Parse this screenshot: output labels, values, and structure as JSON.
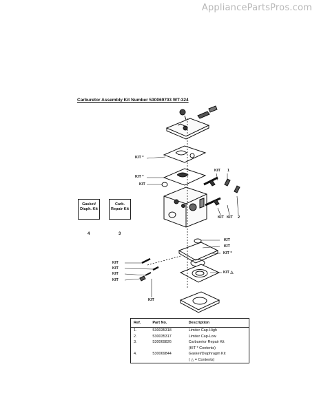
{
  "watermark": "AppliancePartsPros.com",
  "title": "Carburetor Assembly Kit Number 530069703 WT-324",
  "labels": {
    "kit_star_1": "KIT *",
    "kit_star_2": "KIT *",
    "kit_plain_1": "KIT",
    "kit_top_right": "KIT",
    "num_1": "1",
    "kit_right_1": "KIT",
    "kit_right_2": "KIT",
    "num_2": "2",
    "kit_mid_1": "KIT",
    "kit_mid_2": "KIT",
    "kit_star_3": "KIT *",
    "kit_left_1": "KIT",
    "kit_left_2": "KIT",
    "kit_left_3": "KIT",
    "kit_left_4": "KIT",
    "kit_triangle": "KIT △",
    "kit_bottom": "KIT"
  },
  "kit_boxes": [
    {
      "label": "Gasket/ Diaph. Kit",
      "number": "4"
    },
    {
      "label": "Carb. Repair Kit",
      "number": "3"
    }
  ],
  "table": {
    "headers": [
      "Ref.",
      "Part No.",
      "Description"
    ],
    "rows": [
      {
        "ref": "1.",
        "part": "530035318",
        "desc": "Limiter Cap-High",
        "note": ""
      },
      {
        "ref": "2.",
        "part": "530035317",
        "desc": "Limiter Cap-Low",
        "note": ""
      },
      {
        "ref": "3.",
        "part": "530069826",
        "desc": "Carburetor Repair Kit",
        "note": "(KIT * Contents)"
      },
      {
        "ref": "4.",
        "part": "530069844",
        "desc": "Gasket/Diaphragm Kit",
        "note": "( △ = Contents)"
      }
    ]
  }
}
